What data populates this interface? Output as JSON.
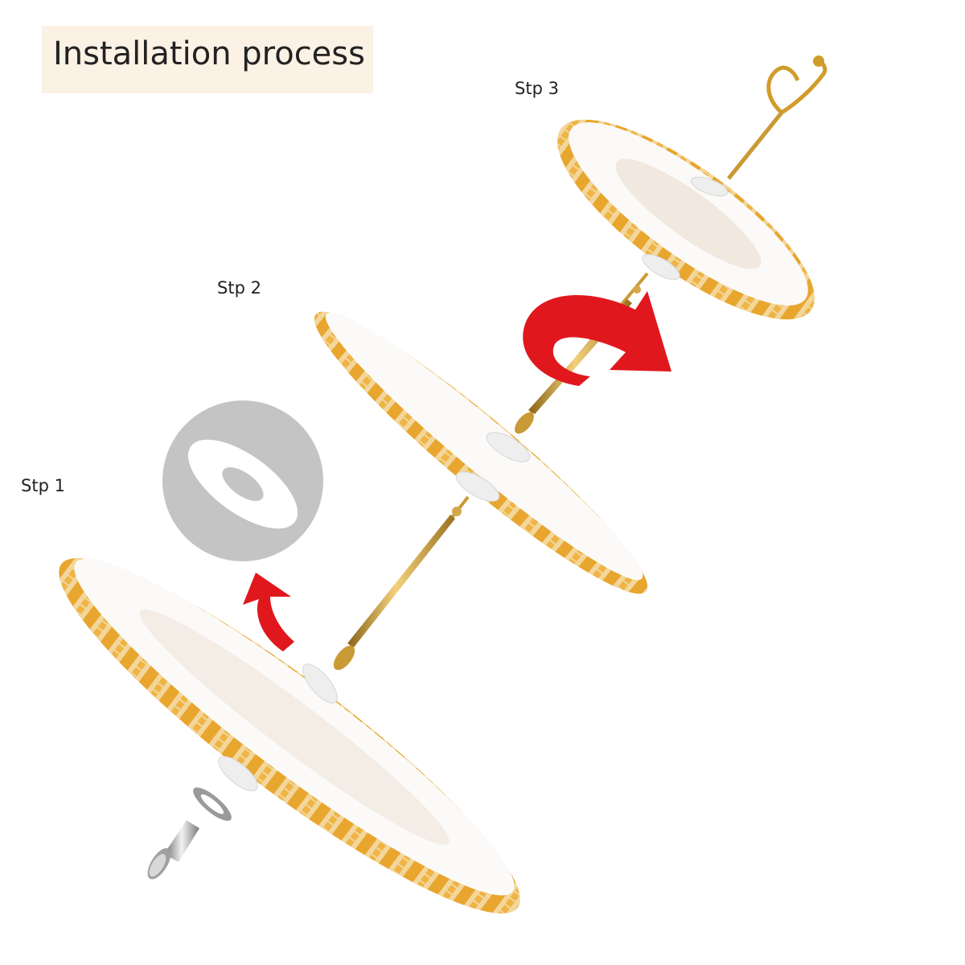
{
  "title": "Installation process",
  "steps": [
    {
      "label": "Stp 1"
    },
    {
      "label": "Stp 2"
    },
    {
      "label": "Stp 3"
    }
  ],
  "colors": {
    "gold": "#e8a62e",
    "rod": "#c99a35",
    "arrow": "#e0181e",
    "washer": "#eeeeee",
    "zoom_bg": "#c4c4c4"
  },
  "icons": [
    "curved-arrow-icon",
    "rotate-arrow-icon",
    "screw-icon",
    "washer-icon"
  ]
}
